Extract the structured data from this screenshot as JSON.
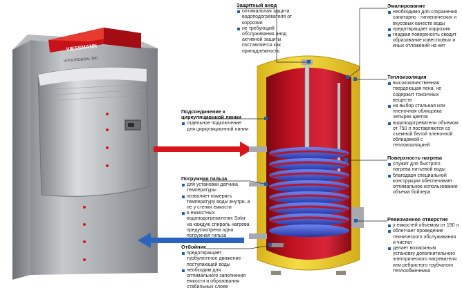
{
  "brand": {
    "logo": "VIESSMANN",
    "model": "VITOCROSSAL 300"
  },
  "colors": {
    "tank_outer": "#f0d235",
    "tank_inner": "#c0121f",
    "coil": "#3d4fc6",
    "arrow_red": "#d8141c",
    "arrow_blue": "#2a64c0",
    "bullet": "#1f5fa8"
  },
  "annotations": {
    "anode": {
      "title": "Защитный анод",
      "items": [
        "оптимальная защита водоподогревателя от коррозии",
        "не требующий обслуживания анод активной защиты поставляется как принадлежность"
      ]
    },
    "enamel": {
      "title": "Эмалирование",
      "items": [
        "необходимо для сохранения санитарно - гигиенических и вкусовых качеств воды",
        "предотвращает коррозию",
        "гладкая поверхность сводит образование известковых и иных отложений на нет"
      ]
    },
    "insulation": {
      "title": "Теплоизоляция",
      "items": [
        "высококачественная твердеющая пена, не содержит токсичных веществ",
        "на выбор стальная или пленочная облицовка четырех цветов",
        "водоподогреватели объемом от 750 л поставляются со съемной белой пленочной облицовкой с теплоизоляцией"
      ]
    },
    "circulation": {
      "title": "Подсоединение к циркуляционной линии",
      "items": [
        "отдельное подключение для циркуляционной линии"
      ]
    },
    "heating_surface": {
      "title": "Поверхность нагрева",
      "items": [
        "служит для быстрого нагрева питьевой воды",
        "благодаря специальной конструкции обеспечивает оптимальное использование объема бойлера"
      ]
    },
    "sleeve": {
      "title": "Погружная гильза",
      "items": [
        "для установки датчика температуры",
        "позволяет измерять температуру воды внутри, а не у стенки емкости",
        "в емкостных водоподогревателях Solar на каждую спираль нагрева предусмотрена одна погружная гильза"
      ]
    },
    "inspection": {
      "title": "Ревизионное отверстие",
      "items": [
        "у емкостей объемом от 150 л",
        "облегчает проведение технического обслуживания и чистки",
        "делает возможным установку дополнительного электрического нагревателя или ребристого трубчатого теплообменника"
      ]
    },
    "baffle": {
      "title": "Отбойник",
      "items": [
        "предотвращает турбулентное движение поступающей воды",
        "необходим для оптимального заполнения емкости и образования стабильных слоев"
      ]
    }
  }
}
